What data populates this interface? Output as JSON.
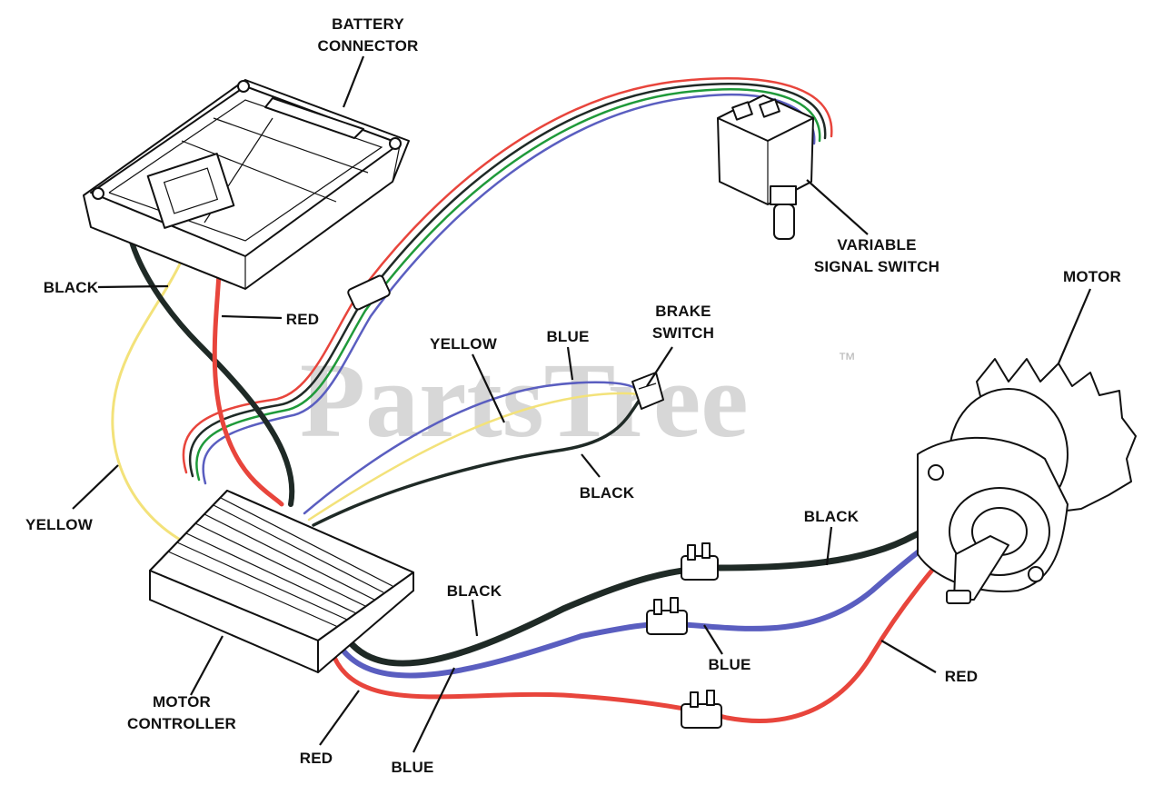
{
  "watermark": {
    "text": "PartsTree",
    "trademark": "™"
  },
  "labels": {
    "battery_connector": [
      "BATTERY",
      "CONNECTOR"
    ],
    "variable_signal_switch": [
      "VARIABLE",
      "SIGNAL SWITCH"
    ],
    "motor": "MOTOR",
    "brake_switch": [
      "BRAKE",
      "SWITCH"
    ],
    "motor_controller": [
      "MOTOR",
      "CONTROLLER"
    ],
    "black_top_left": "BLACK",
    "red_top": "RED",
    "yellow_left": "YELLOW",
    "yellow_brake": "YELLOW",
    "blue_brake": "BLUE",
    "black_brake": "BLACK",
    "black_motor": "BLACK",
    "black_lower": "BLACK",
    "blue_mid": "BLUE",
    "red_motor": "RED",
    "red_bottom": "RED",
    "blue_bottom": "BLUE"
  },
  "wire_colors": {
    "red": "#e8453c",
    "black": "#1f2a26",
    "yellow": "#f3e27a",
    "blue": "#5a5ec0",
    "green": "#1f9a3a"
  }
}
